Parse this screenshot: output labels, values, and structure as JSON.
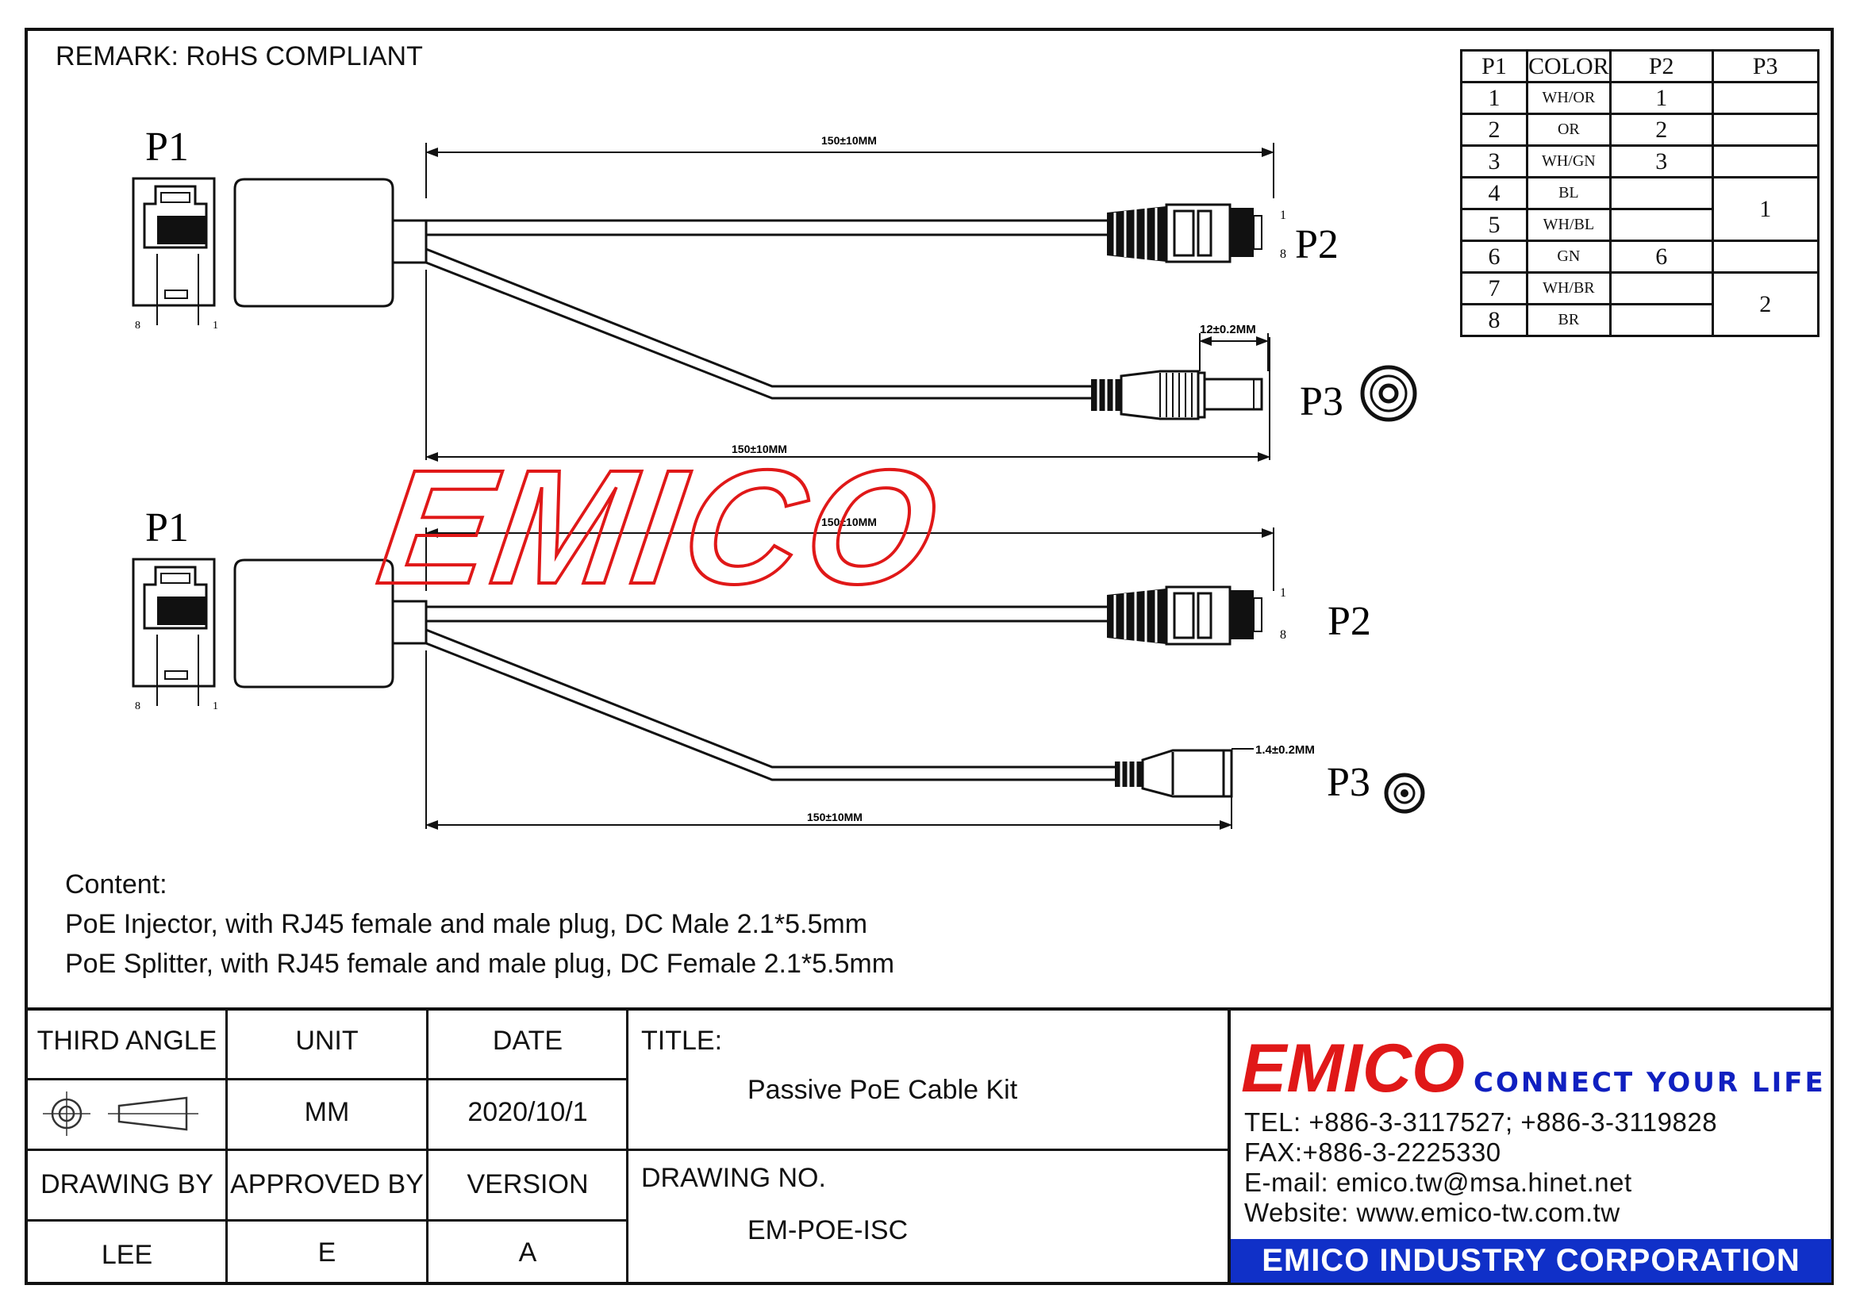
{
  "remark": "REMARK: RoHS COMPLIANT",
  "diagram": {
    "p1_label": "P1",
    "p2_label": "P2",
    "p3_label": "P3",
    "pin1": "1",
    "pin8": "8",
    "injector": {
      "cable_length_top": "150±10MM",
      "cable_length_bottom": "150±10MM",
      "dc_dim": "12±0.2MM"
    },
    "splitter": {
      "cable_length_top": "150±10MM",
      "cable_length_bottom": "150±10MM",
      "dc_dim": "1.4±0.2MM"
    },
    "watermark": "EMICO"
  },
  "pin_table": {
    "headers": [
      "P1",
      "COLOR",
      "P2",
      "P3"
    ],
    "rows": [
      {
        "p1": "1",
        "color": "WH/OR",
        "p2": "1"
      },
      {
        "p1": "2",
        "color": "OR",
        "p2": "2"
      },
      {
        "p1": "3",
        "color": "WH/GN",
        "p2": "3"
      },
      {
        "p1": "4",
        "color": "BL",
        "p2": ""
      },
      {
        "p1": "5",
        "color": "WH/BL",
        "p2": ""
      },
      {
        "p1": "6",
        "color": "GN",
        "p2": "6"
      },
      {
        "p1": "7",
        "color": "WH/BR",
        "p2": ""
      },
      {
        "p1": "8",
        "color": "BR",
        "p2": ""
      }
    ],
    "p3_values": [
      "1",
      "2"
    ]
  },
  "content": {
    "heading": "Content:",
    "line1": "PoE Injector, with RJ45 female and male plug, DC Male 2.1*5.5mm",
    "line2": "PoE Splitter, with RJ45 female and male plug, DC Female 2.1*5.5mm"
  },
  "title_block": {
    "third_angle": "THIRD ANGLE",
    "unit_label": "UNIT",
    "date_label": "DATE",
    "unit_value": "MM",
    "date_value": "2020/10/1",
    "drawing_by_label": "DRAWING BY",
    "approved_by_label": "APPROVED BY",
    "version_label": "VERSION",
    "drawing_by_value": "LEE",
    "approved_by_value": "E",
    "version_value": "A",
    "title_label": "TITLE:",
    "title_value": "Passive PoE Cable Kit",
    "drawing_no_label": "DRAWING NO.",
    "drawing_no_value": "EM-POE-ISC"
  },
  "company": {
    "logo_text": "EMICO",
    "slogan": "CONNECT YOUR LIFE",
    "tel": "TEL: +886-3-3117527; +886-3-3119828",
    "fax": "FAX:+886-3-2225330",
    "email": "E-mail: emico.tw@msa.hinet.net",
    "website": "Website: www.emico-tw.com.tw",
    "corp_name": "EMICO INDUSTRY CORPORATION",
    "brand_color": "#1030c8",
    "logo_color": "#e01818"
  }
}
